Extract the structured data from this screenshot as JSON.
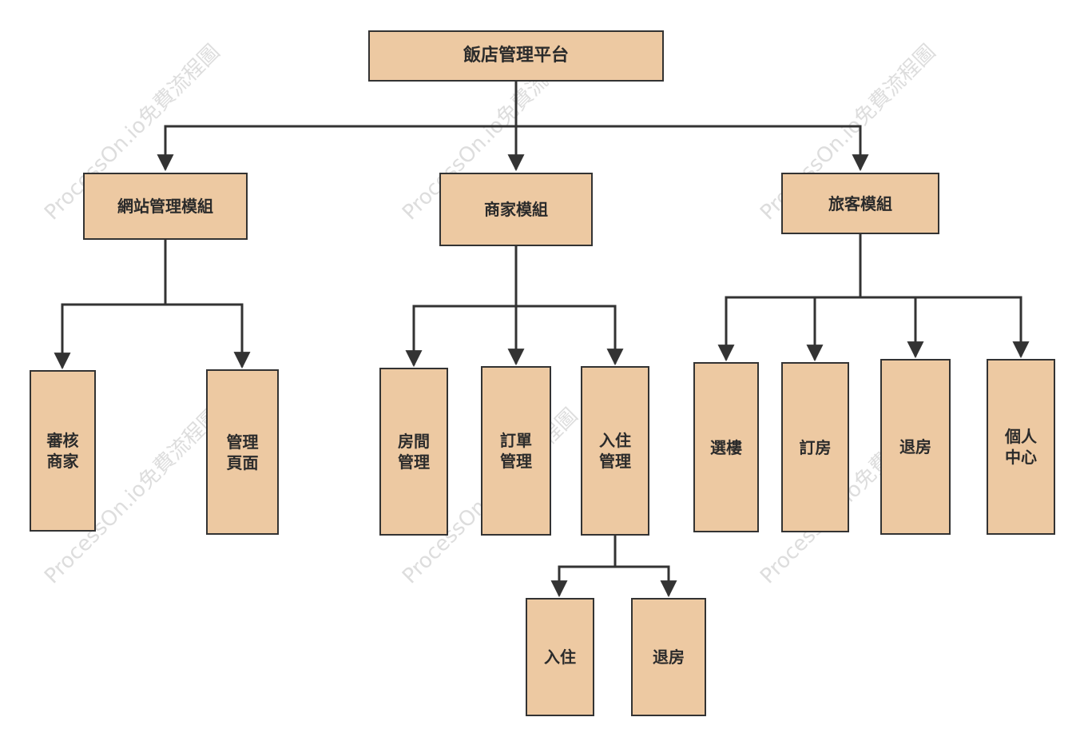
{
  "watermark": "ProcessOn.io免費流程圖",
  "colors": {
    "node_fill": "#edc9a2",
    "node_border": "#333333",
    "connector": "#333333"
  },
  "nodes": {
    "root": "飯店管理平台",
    "site_module": "網站管理模組",
    "merchant_module": "商家模組",
    "traveler_module": "旅客模組",
    "review_merchant": "審核\n商家",
    "manage_pages": "管理\n頁面",
    "room_management": "房間\n管理",
    "order_management": "訂單\n管理",
    "checkin_management": "入住\n管理",
    "checkin": "入住",
    "checkout_merchant": "退房",
    "select_building": "選樓",
    "book_room": "訂房",
    "checkout_traveler": "退房",
    "personal_center": "個人\n中心"
  }
}
